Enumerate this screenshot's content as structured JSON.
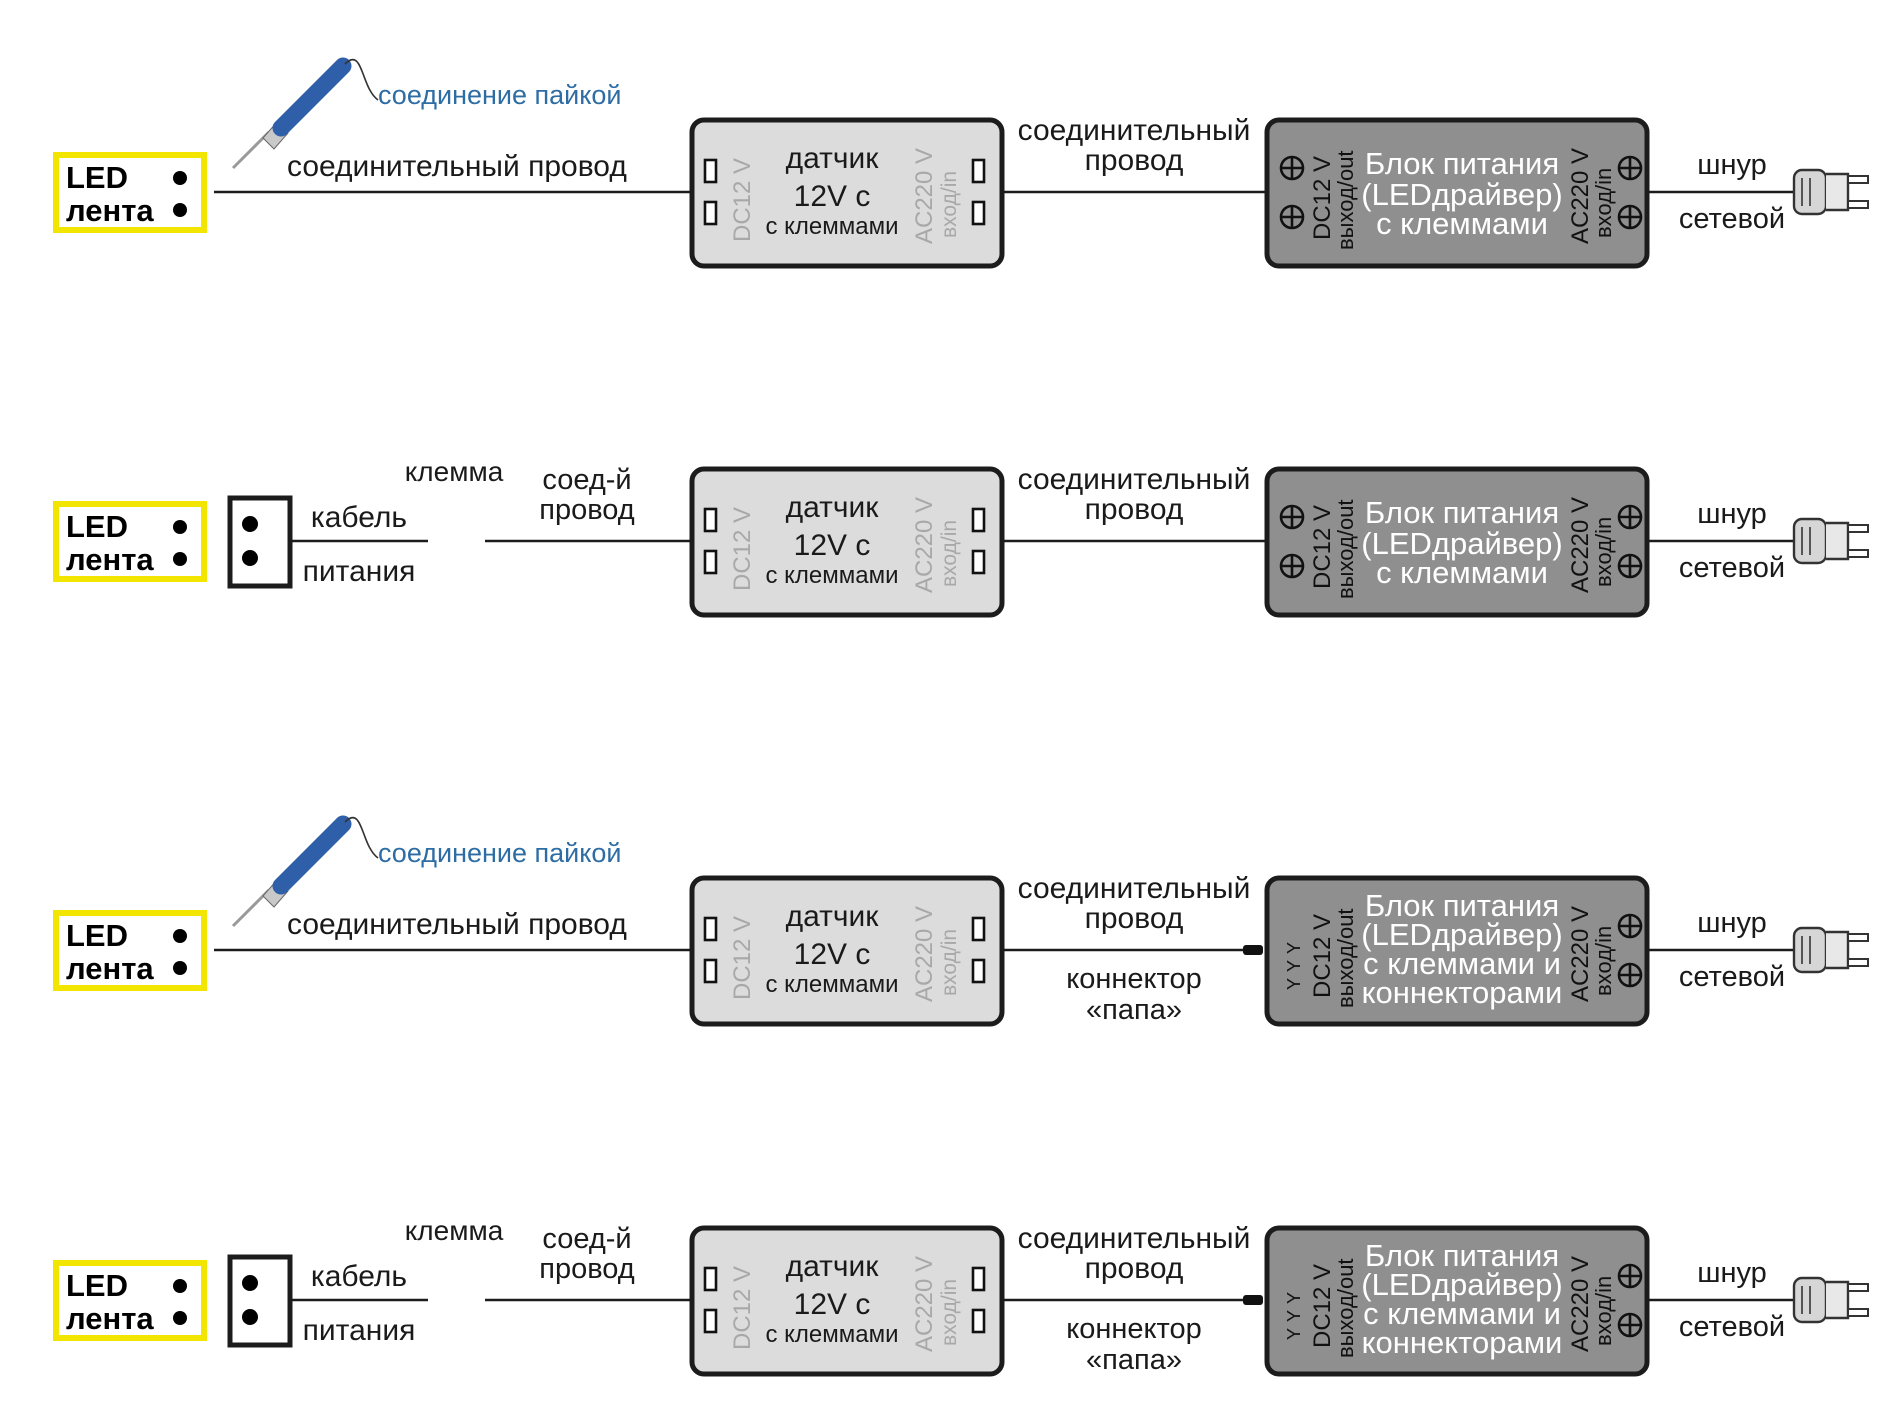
{
  "colors": {
    "led_border": "#f2e600",
    "sensor_fill": "#dcdcdc",
    "psu_fill": "#8f8f8f",
    "box_stroke": "#1c1c1c",
    "wire": "#1c1c1c",
    "solder_text": "#2e6da4",
    "iron_handle": "#2f5fa8"
  },
  "icons": {
    "solder": "soldering-iron-icon",
    "plug": "power-plug-icon",
    "terminal": "terminal-block-icon",
    "screw": "screw-terminal-icon"
  },
  "rows": [
    {
      "variant": "solder",
      "led": {
        "line1": "LED",
        "line2": "лента"
      },
      "solder_label": "соединение пайкой",
      "wire1_label": "соединительный провод",
      "sensor": {
        "left": "DC12 V",
        "line1": "датчик",
        "line2": "12V с",
        "line3": "с клеммами",
        "right1": "AC220 V",
        "right2": "вход/in"
      },
      "mid_label": {
        "line1": "соединительный",
        "line2": "провод"
      },
      "connector_label": null,
      "psu": {
        "left1": "DC12 V",
        "left2": "выход/out",
        "line1": "Блок питания",
        "line2": "(LEDдрайвер)",
        "line3": "с клеммами",
        "line4": "",
        "right1": "AC220 V",
        "right2": "вход/in"
      },
      "cord_label": {
        "line1": "шнур",
        "line2": "сетевой"
      }
    },
    {
      "variant": "terminal",
      "led": {
        "line1": "LED",
        "line2": "лента"
      },
      "clamp_label": "клемма",
      "cable_label": {
        "line1": "кабель",
        "line2": "питания"
      },
      "short_wire_label": {
        "line1": "соед-й",
        "line2": "провод"
      },
      "sensor": {
        "left": "DC12 V",
        "line1": "датчик",
        "line2": "12V с",
        "line3": "с клеммами",
        "right1": "AC220 V",
        "right2": "вход/in"
      },
      "mid_label": {
        "line1": "соединительный",
        "line2": "провод"
      },
      "connector_label": null,
      "psu": {
        "left1": "DC12 V",
        "left2": "выход/out",
        "line1": "Блок питания",
        "line2": "(LEDдрайвер)",
        "line3": "с клеммами",
        "line4": "",
        "right1": "AC220 V",
        "right2": "вход/in"
      },
      "cord_label": {
        "line1": "шнур",
        "line2": "сетевой"
      }
    },
    {
      "variant": "solder",
      "led": {
        "line1": "LED",
        "line2": "лента"
      },
      "solder_label": "соединение пайкой",
      "wire1_label": "соединительный провод",
      "sensor": {
        "left": "DC12 V",
        "line1": "датчик",
        "line2": "12V с",
        "line3": "с клеммами",
        "right1": "AC220 V",
        "right2": "вход/in"
      },
      "mid_label": {
        "line1": "соединительный",
        "line2": "провод"
      },
      "connector_label": {
        "line1": "коннектор",
        "line2": "«папа»"
      },
      "psu": {
        "left1": "DC12 V",
        "left2": "выход/out",
        "line1": "Блок питания",
        "line2": "(LEDдрайвер)",
        "line3": "с клеммами и",
        "line4": "коннекторами",
        "right1": "AC220 V",
        "right2": "вход/in"
      },
      "cord_label": {
        "line1": "шнур",
        "line2": "сетевой"
      }
    },
    {
      "variant": "terminal",
      "led": {
        "line1": "LED",
        "line2": "лента"
      },
      "clamp_label": "клемма",
      "cable_label": {
        "line1": "кабель",
        "line2": "питания"
      },
      "short_wire_label": {
        "line1": "соед-й",
        "line2": "провод"
      },
      "sensor": {
        "left": "DC12 V",
        "line1": "датчик",
        "line2": "12V с",
        "line3": "с клеммами",
        "right1": "AC220 V",
        "right2": "вход/in"
      },
      "mid_label": {
        "line1": "соединительный",
        "line2": "провод"
      },
      "connector_label": {
        "line1": "коннектор",
        "line2": "«папа»"
      },
      "psu": {
        "left1": "DC12 V",
        "left2": "выход/out",
        "line1": "Блок питания",
        "line2": "(LEDдрайвер)",
        "line3": "с клеммами и",
        "line4": "коннекторами",
        "right1": "AC220 V",
        "right2": "вход/in"
      },
      "cord_label": {
        "line1": "шнур",
        "line2": "сетевой"
      }
    }
  ]
}
